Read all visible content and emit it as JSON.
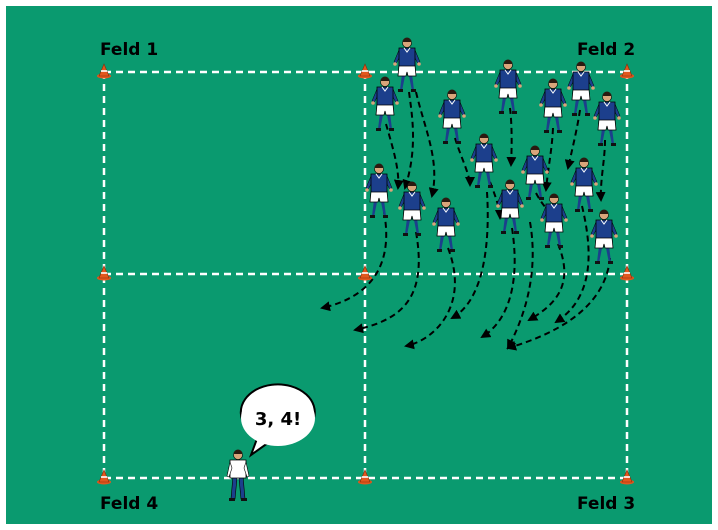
{
  "fields": {
    "top_left": "Feld 1",
    "top_right": "Feld 2",
    "bottom_right": "Feld 3",
    "bottom_left": "Feld 4"
  },
  "coach": {
    "call": "3, 4!"
  },
  "colors": {
    "field": "#0a9a6f",
    "lines": "#ffffff",
    "arrows": "#000000",
    "cone": "#e2571e",
    "jersey": "#1c3f8c",
    "shorts": "#ffffff"
  },
  "icons": [
    "cone-icon",
    "player-icon",
    "coach-icon",
    "speech-bubble-icon",
    "arrow-icon"
  ]
}
